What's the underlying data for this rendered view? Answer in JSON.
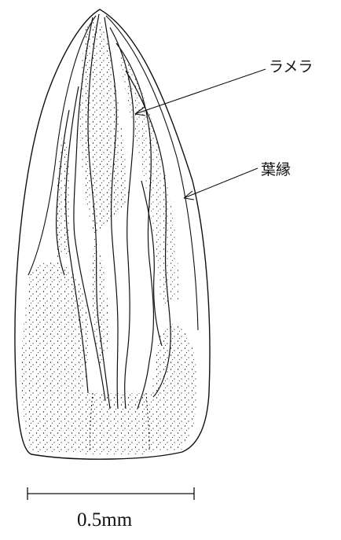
{
  "labels": {
    "lamella": "ラメラ",
    "leaf_margin": "葉縁"
  },
  "scale_bar": {
    "text": "0.5mm"
  },
  "colors": {
    "ink": "#111111",
    "background": "#ffffff"
  }
}
